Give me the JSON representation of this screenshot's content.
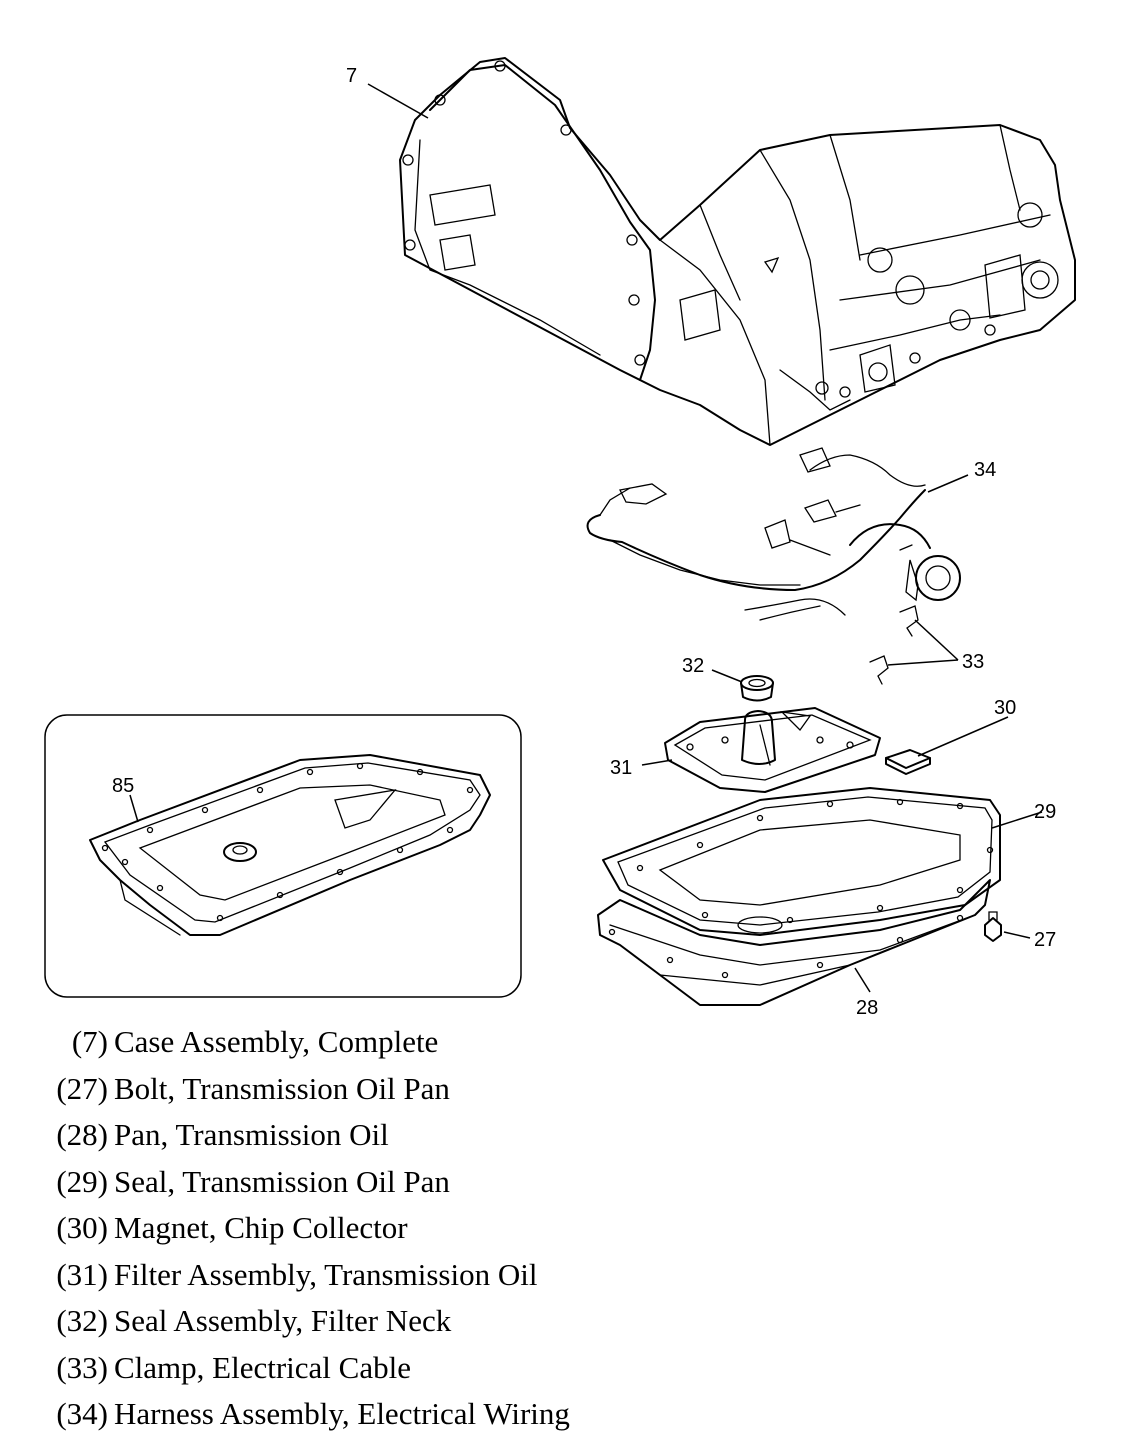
{
  "callouts": {
    "c7": "7",
    "c34": "34",
    "c32": "32",
    "c33": "33",
    "c30": "30",
    "c31": "31",
    "c29": "29",
    "c27": "27",
    "c28": "28",
    "c85": "85"
  },
  "legend": [
    {
      "num": "(7)",
      "text": "Case Assembly, Complete"
    },
    {
      "num": "(27)",
      "text": "Bolt, Transmission Oil Pan"
    },
    {
      "num": "(28)",
      "text": "Pan, Transmission Oil"
    },
    {
      "num": "(29)",
      "text": "Seal, Transmission Oil Pan"
    },
    {
      "num": "(30)",
      "text": "Magnet, Chip Collector"
    },
    {
      "num": "(31)",
      "text": "Filter Assembly, Transmission Oil"
    },
    {
      "num": "(32)",
      "text": "Seal Assembly, Filter Neck"
    },
    {
      "num": "(33)",
      "text": "Clamp, Electrical Cable"
    },
    {
      "num": "(34)",
      "text": "Harness Assembly, Electrical Wiring"
    }
  ]
}
